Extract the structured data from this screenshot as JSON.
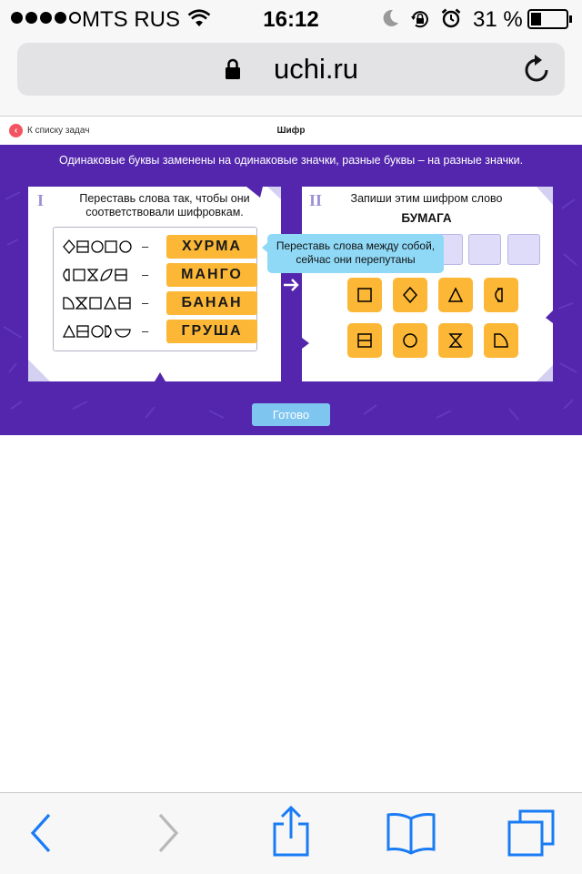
{
  "status_bar": {
    "carrier": "MTS RUS",
    "time": "16:12",
    "battery": "31 %",
    "battery_level": 0.31,
    "signal_bars_filled": 4,
    "signal_bars_total": 5
  },
  "browser": {
    "url": "uchi.ru"
  },
  "header": {
    "back_label": "К списку задач",
    "title": "Шифр"
  },
  "task": {
    "instruction": "Одинаковые буквы заменены на одинаковые значки, разные буквы – на разные значки.",
    "left_panel": {
      "numeral": "I",
      "prompt": "Переставь слова так, чтобы они соответствовали шифровкам.",
      "rows": [
        {
          "symbols": [
            "diamond",
            "square-hline",
            "circle",
            "square",
            "circle"
          ],
          "dash": "–",
          "word": "ХУРМА"
        },
        {
          "symbols": [
            "half-circle-left",
            "square",
            "hourglass",
            "leaf",
            "square-hline"
          ],
          "dash": "–",
          "word": "МАНГО"
        },
        {
          "symbols": [
            "right-trapezoid",
            "hourglass",
            "square",
            "triangle",
            "square-hline"
          ],
          "dash": "–",
          "word": "БАНАН"
        },
        {
          "symbols": [
            "triangle",
            "square-hline",
            "circle",
            "half-circle-right",
            "half-circle-bottom"
          ],
          "dash": "–",
          "word": "ГРУША"
        }
      ]
    },
    "right_panel": {
      "numeral": "II",
      "prompt": "Запиши этим шифром слово",
      "target_word": "БУМАГА",
      "answer_slots": 6,
      "keys": [
        "square",
        "diamond",
        "triangle",
        "half-circle-left",
        "square-hline",
        "circle",
        "hourglass",
        "right-trapezoid"
      ]
    },
    "tooltip": "Переставь слова между собой, сейчас они перепутаны",
    "ready_button": "Готово"
  },
  "colors": {
    "task_bg": "#5326ad",
    "chip": "#fbb735",
    "slot": "#dedcf8",
    "tooltip": "#8fd9f6",
    "ready": "#7ec5f0",
    "ios_blue": "#1a7cf5"
  }
}
